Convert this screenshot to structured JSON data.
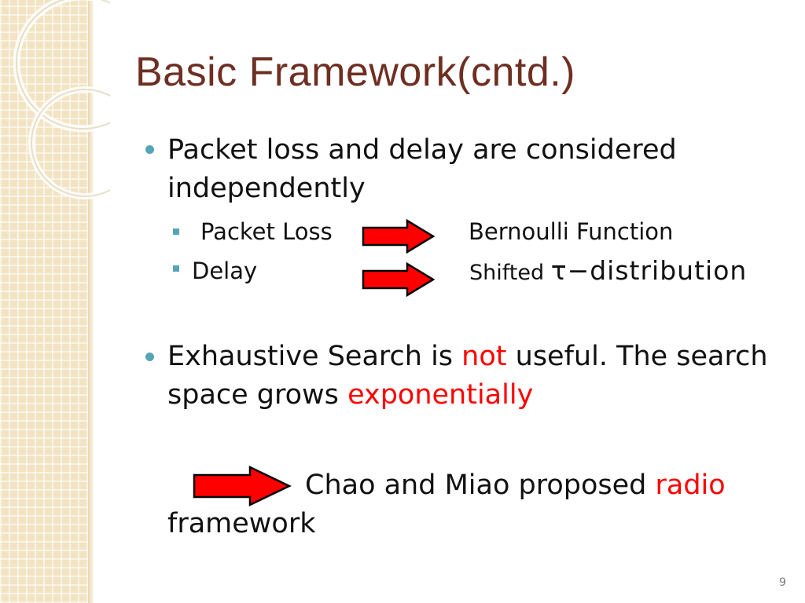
{
  "slide": {
    "title": "Basic Framework(cntd.)",
    "bullet1": {
      "line1": "Packet loss and delay are considered",
      "line2": "independently"
    },
    "sub1": {
      "label": "Packet Loss",
      "result": "Bernoulli Function"
    },
    "sub2": {
      "label": "Delay",
      "result_prefix": "Shifted",
      "result_symbol": "τ−distribution"
    },
    "bullet2": {
      "part1": "Exhaustive Search is",
      "emph1": "not",
      "part2": "useful. The search",
      "part3": "space grows",
      "emph2": "exponentially"
    },
    "conclusion": {
      "part1": "Chao and Miao proposed",
      "emph": "radio",
      "part2": "framework"
    },
    "page_number": "9"
  },
  "colors": {
    "title": "#6e2f22",
    "emphasis": "#ff0000",
    "bullet": "#55a5b6",
    "arrow_fill": "#ff0000",
    "sidebar": "#f2e4c3"
  },
  "icons": {
    "arrow": "right-arrow-icon",
    "bullet": "round-bullet-icon",
    "sub_bullet": "square-bullet-icon"
  }
}
